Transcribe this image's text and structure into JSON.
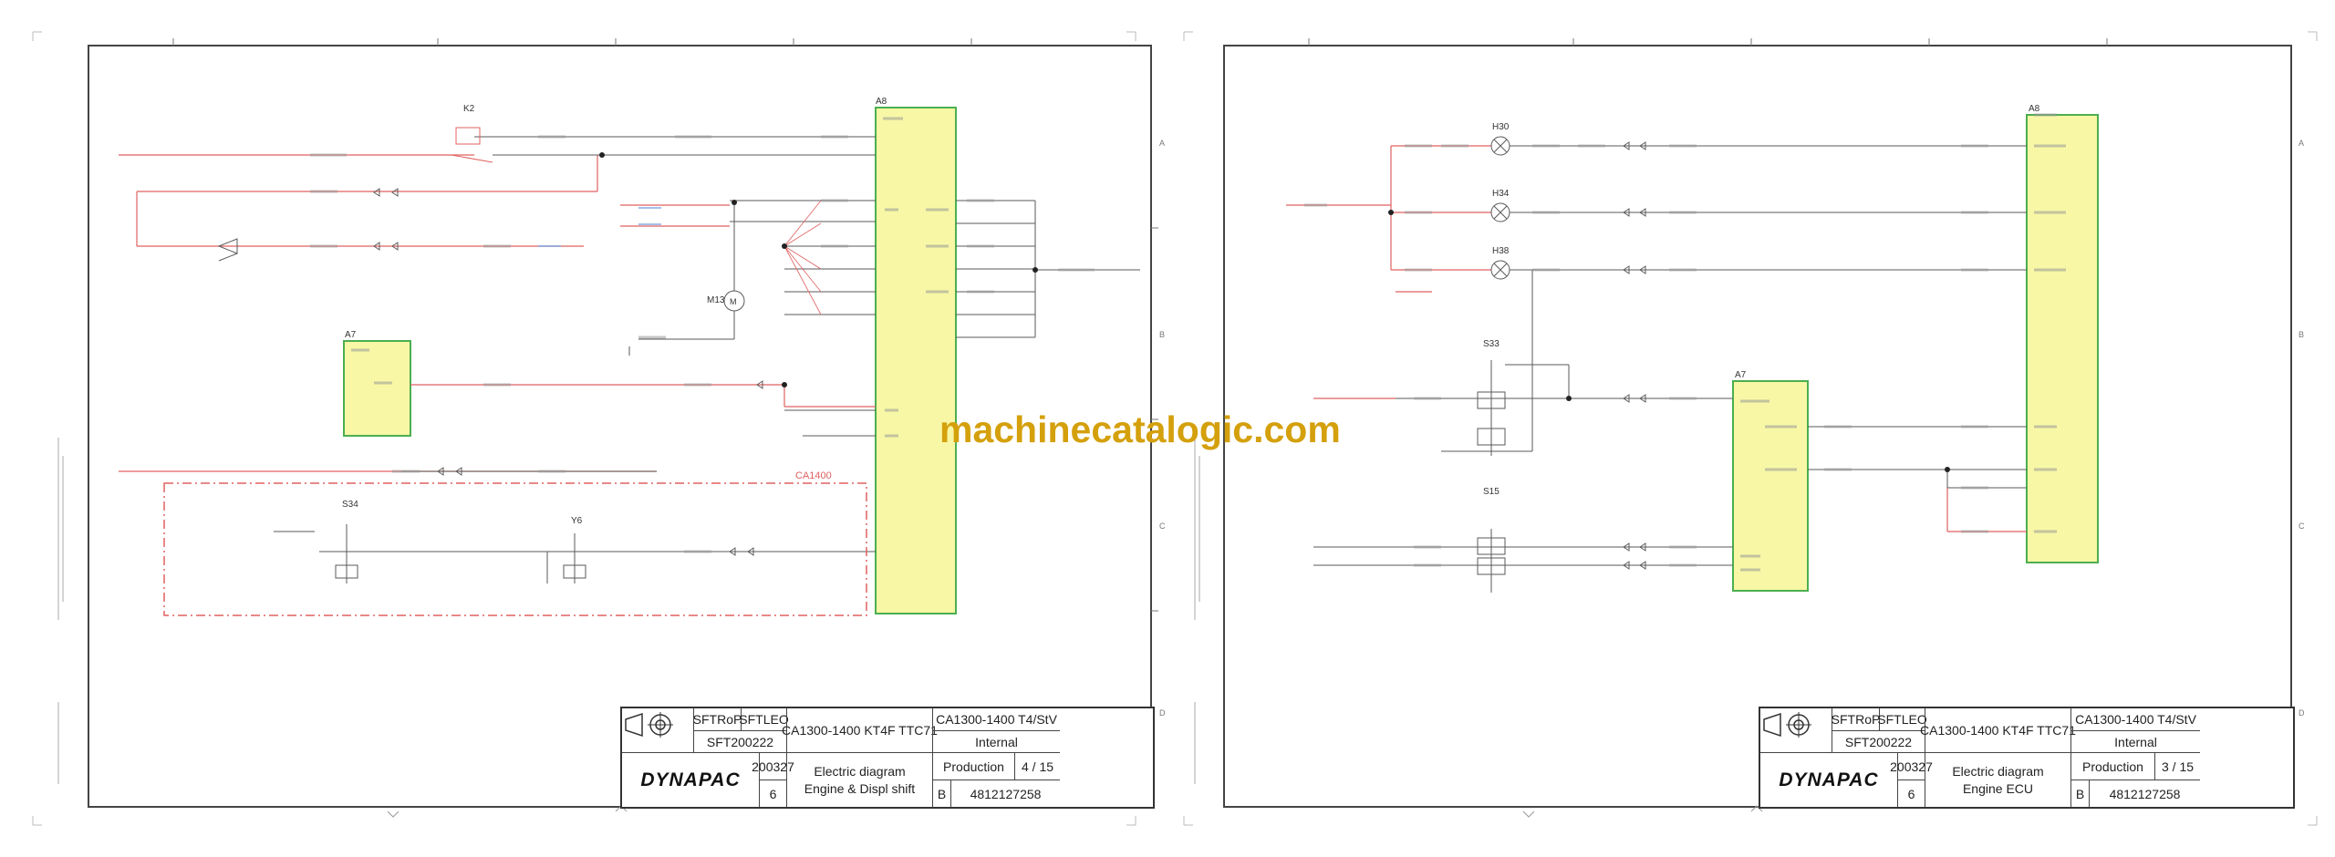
{
  "watermark": "machinecatalogic.com",
  "sheets": [
    {
      "title_block": {
        "drawn": "SFTRoP",
        "checked": "SFTLEO",
        "approved": "SFT200222",
        "date": "200327",
        "revision": "6",
        "machine": "CA1300-1400 KT4F TTC71",
        "title_line1": "Electric diagram",
        "title_line2": "Engine & Displ shift",
        "series": "CA1300-1400 T4/StV",
        "classification": "Internal",
        "status": "Production",
        "page": "4 / 15",
        "format": "B",
        "doc_number": "4812127258",
        "brand": "DYNAPAC"
      },
      "labels": {
        "ecu_ref": "A8",
        "aux_ref": "A7",
        "relay_ref": "K2",
        "motor_ref": "M13",
        "switch_ref": "S34",
        "sensor_ref": "Y6",
        "zone": "CA1400"
      }
    },
    {
      "title_block": {
        "drawn": "SFTRoP",
        "checked": "SFTLEO",
        "approved": "SFT200222",
        "date": "200327",
        "revision": "6",
        "machine": "CA1300-1400 KT4F TTC71",
        "title_line1": "Electric diagram",
        "title_line2": "Engine ECU",
        "series": "CA1300-1400 T4/StV",
        "classification": "Internal",
        "status": "Production",
        "page": "3 / 15",
        "format": "B",
        "doc_number": "4812127258",
        "brand": "DYNAPAC"
      },
      "labels": {
        "ecu_ref": "A8",
        "aux_ref": "A7",
        "lamp1_ref": "H30",
        "lamp2_ref": "H34",
        "lamp3_ref": "H38",
        "switch1_ref": "S33",
        "switch2_ref": "S15"
      }
    }
  ],
  "colors": {
    "frame": "#444444",
    "wire_black": "#5a5a5a",
    "wire_red": "#e06060",
    "wire_blue": "#4a7fd6",
    "module_fill": "#f7f7a6",
    "module_stroke": "#4caf50",
    "zone_border": "#e06060",
    "watermark": "#d4a00c"
  }
}
